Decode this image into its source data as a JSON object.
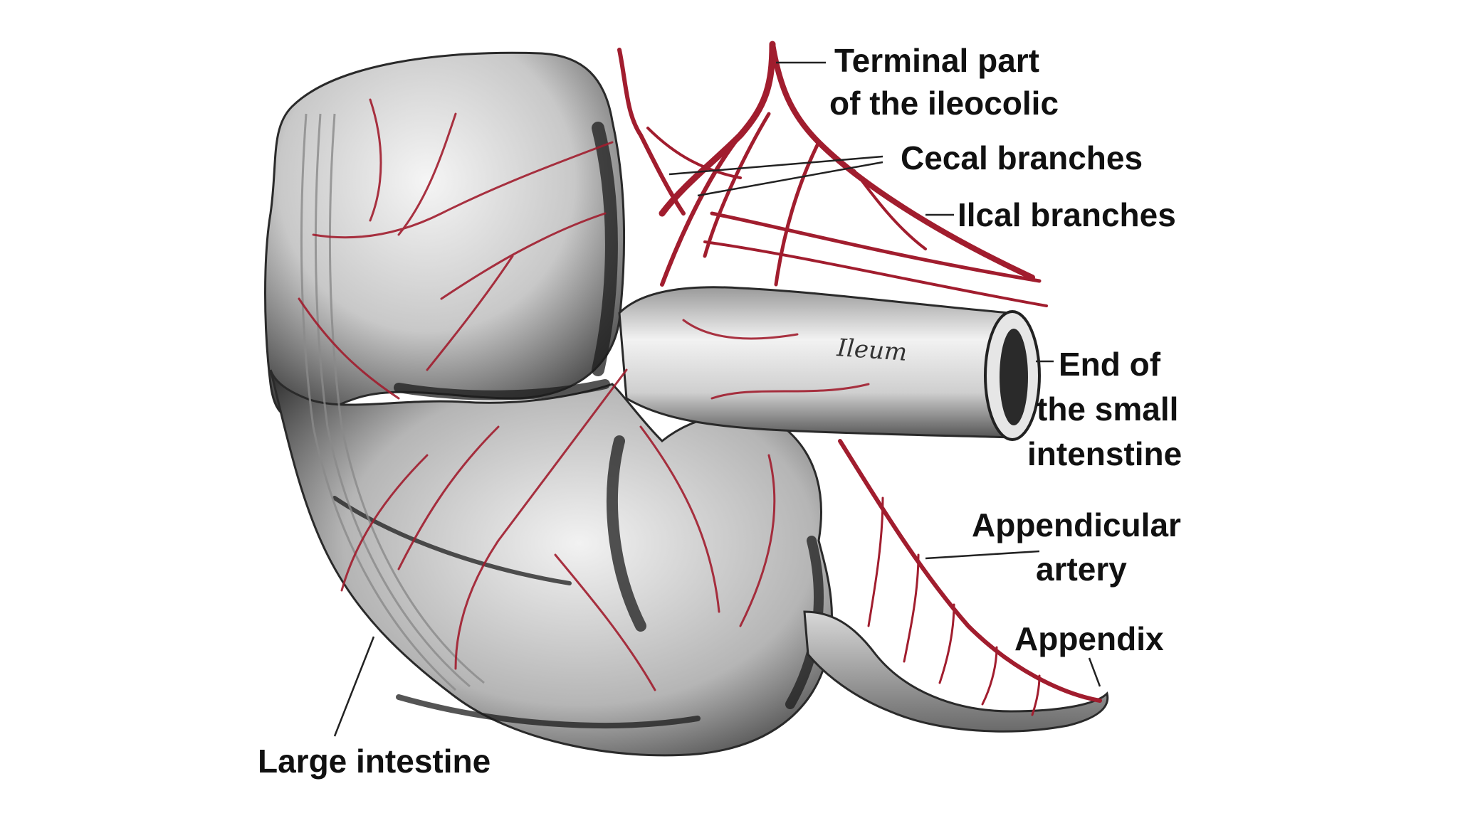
{
  "diagram": {
    "labels": {
      "terminal_ileocolic_line1": "Terminal part",
      "terminal_ileocolic_line2": "of the ileocolic",
      "cecal_branches": "Cecal branches",
      "ileal_branches": "Ilcal branches",
      "end_small_intestine_line1": "End of",
      "end_small_intestine_line2": "the small",
      "end_small_intestine_line3": "intenstine",
      "appendicular_artery_line1": "Appendicular",
      "appendicular_artery_line2": "artery",
      "appendix": "Appendix",
      "large_intestine": "Large intestine"
    },
    "inline_text": {
      "ileum_script": "Ileum"
    },
    "colors": {
      "artery": "#a11d2e",
      "tissue_light": "#eeeeee",
      "tissue_shadow": "#3a3a3a",
      "leader_line": "#222222",
      "text": "#111111"
    }
  }
}
